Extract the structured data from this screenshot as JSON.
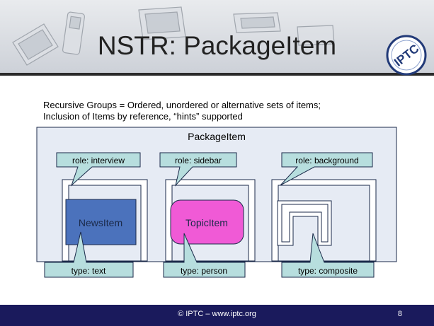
{
  "slide": {
    "title": "NSTR: PackageItem",
    "intro_lines": [
      "Recursive Groups = Ordered, unordered or alternative sets of items;",
      "Inclusion of Items by reference, “hints” supported"
    ],
    "logo_text": "IPTC"
  },
  "diagram": {
    "package_label": "PackageItem",
    "groups": [
      {
        "role": "role: interview",
        "item": "NewsItem",
        "type": "type: text"
      },
      {
        "role": "role: sidebar",
        "item": "TopicItem",
        "type": "type: person"
      },
      {
        "role": "role: background",
        "item": "",
        "type": "type: composite"
      }
    ]
  },
  "footer": {
    "text": "© IPTC – www.iptc.org",
    "page_number": "8"
  },
  "colors": {
    "package_fill": "#e6ebf4",
    "callout_fill": "#b7dede",
    "newsitem_fill": "#4b72bc",
    "topicitem_fill": "#f05ad6",
    "footer_bg": "#1a1a5c"
  }
}
